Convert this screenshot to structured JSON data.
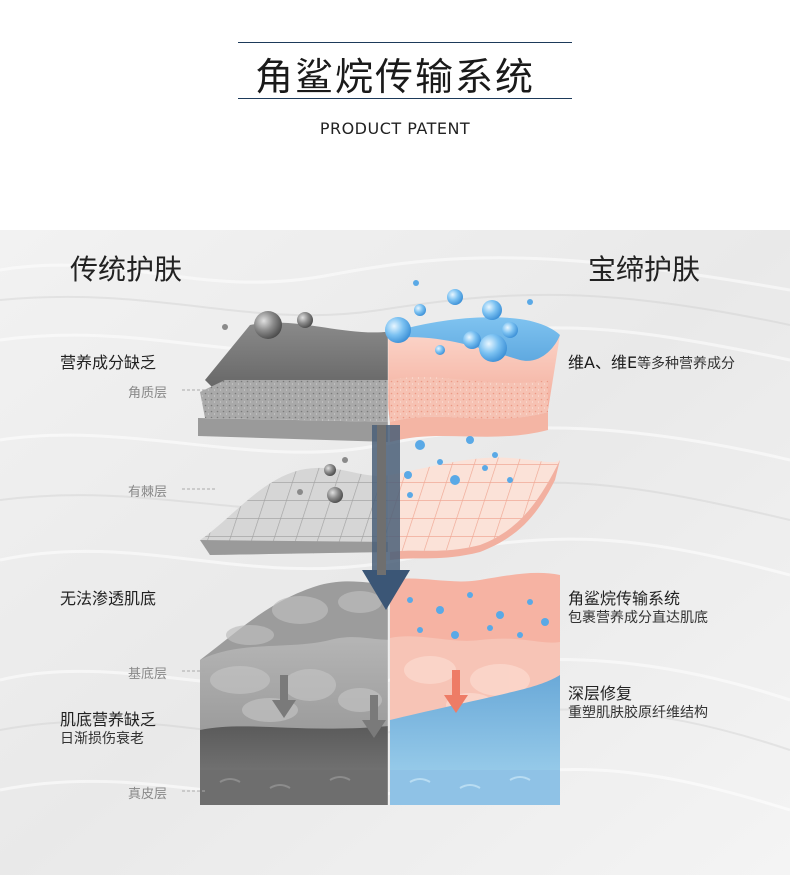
{
  "header": {
    "title": "角鲨烷传输系统",
    "subtitle": "PRODUCT PATENT"
  },
  "columns": {
    "left_title": "传统护肤",
    "right_title": "宝缔护肤"
  },
  "left_labels": {
    "nutrient_lack": "营养成分缺乏",
    "cannot_penetrate": "无法渗透肌底",
    "base_lack": "肌底营养缺乏",
    "aging": "日渐损伤衰老"
  },
  "layers": {
    "stratum_corneum": "角质层",
    "spinous": "有棘层",
    "basal": "基底层",
    "dermis": "真皮层"
  },
  "right_labels": {
    "vitamins_main": "维A、维E",
    "vitamins_tail": "等多种营养成分",
    "system_title": "角鲨烷传输系统",
    "system_desc": "包裹营养成分直达肌底",
    "repair_title": "深层修复",
    "repair_desc": "重塑肌肤胶原纤维结构"
  },
  "colors": {
    "accent_navy": "#1d3a5a",
    "gray_side": "#8f8f8f",
    "blue_side": "#5aa9e6",
    "pink_side": "#f4b2a2"
  }
}
